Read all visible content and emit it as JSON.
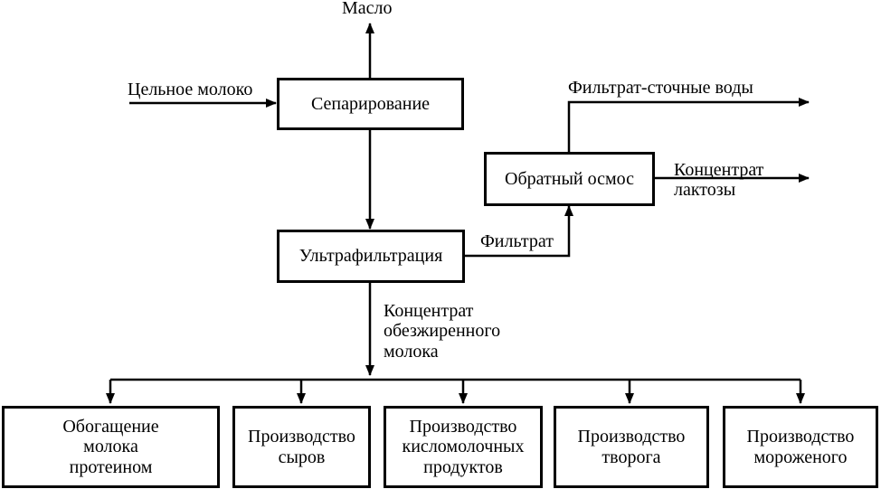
{
  "inputs": {
    "whole_milk": "Цельное молоко"
  },
  "outputs": {
    "butter": "Масло",
    "filtrate_wastewater": "Фильтрат-сточные воды",
    "lactose_concentrate": "Концентрат\nлактозы"
  },
  "processes": {
    "separation": "Сепарирование",
    "reverse_osmosis": "Обратный осмос",
    "ultrafiltration": "Ультрафильтрация"
  },
  "flows": {
    "filtrate": "Фильтрат",
    "skim_concentrate": "Концентрат\nобезжиренного\nмолока"
  },
  "products": [
    "Обогащение\nмолока\nпротеином",
    "Производство\nсыров",
    "Производство\nкисломолочных\nпродуктов",
    "Производство\nтворога",
    "Производство\nмороженого"
  ]
}
